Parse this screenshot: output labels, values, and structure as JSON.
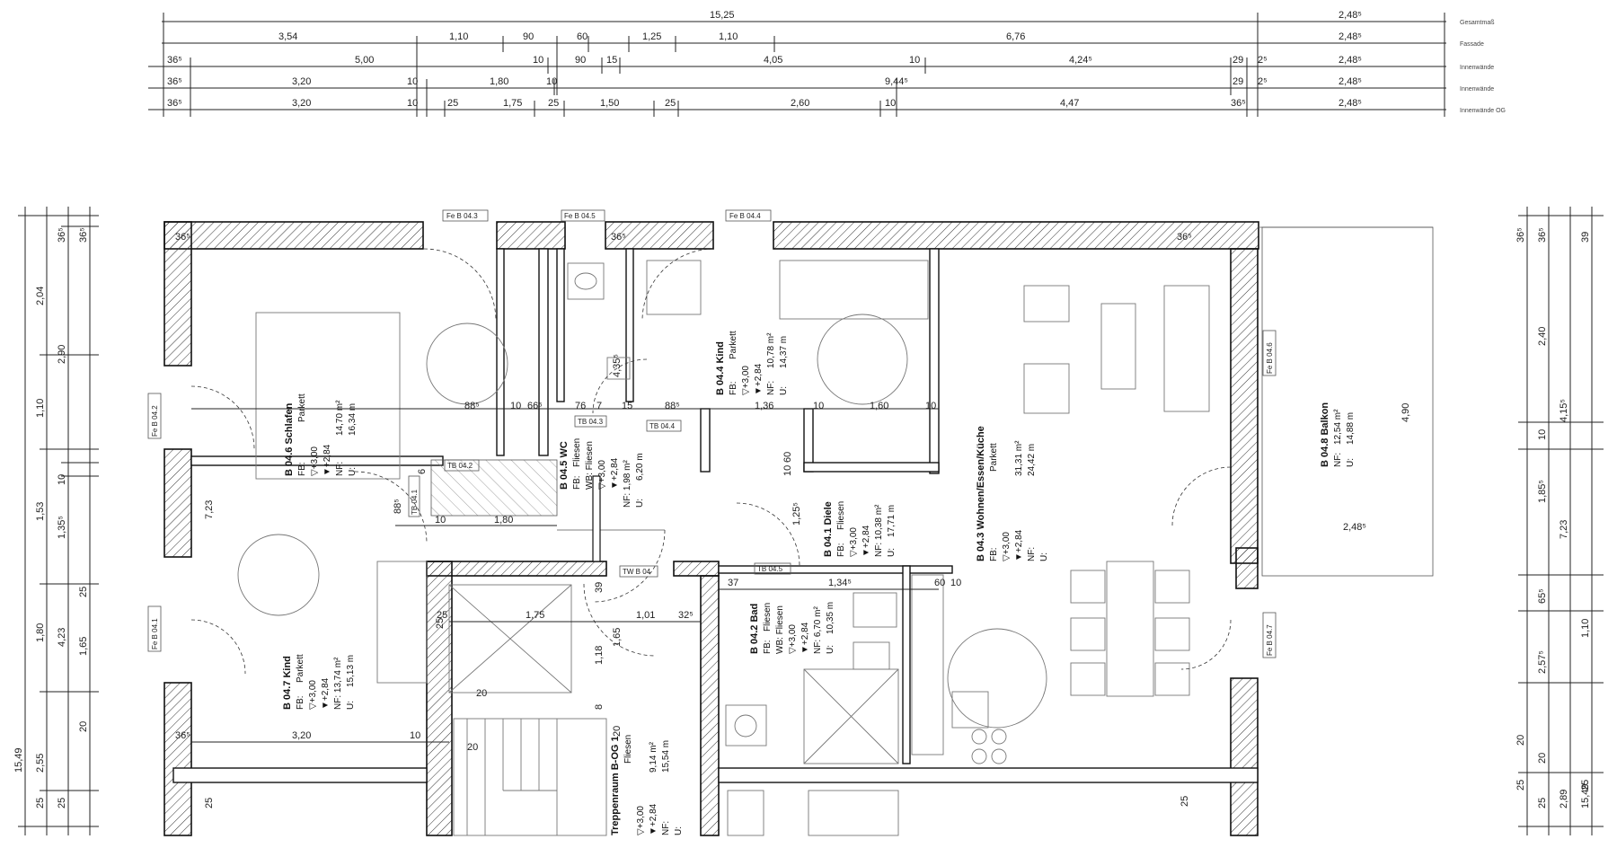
{
  "top_dims": {
    "row1": {
      "label": "Gesamtmaß",
      "values": [
        "15,25",
        "2,48⁵"
      ]
    },
    "row2": {
      "label": "Fassade",
      "values": [
        "3,54",
        "1,10",
        "90",
        "60",
        "1,25",
        "1,10",
        "6,76",
        "2,48⁵"
      ]
    },
    "row3": {
      "label": "Innenwände",
      "values": [
        "36⁵",
        "5,00",
        "10",
        "90",
        "15",
        "4,05",
        "10",
        "4,24⁵",
        "29",
        "2⁵",
        "2,48⁵"
      ]
    },
    "row4": {
      "label": "Innenwände",
      "values": [
        "36⁵",
        "3,20",
        "10",
        "1,80",
        "10",
        "9,44⁵",
        "29",
        "2⁵",
        "2,48⁵"
      ]
    },
    "row5": {
      "label": "Innenwände OG",
      "values": [
        "36⁵",
        "3,20",
        "10",
        "25",
        "1,75",
        "25",
        "1,50",
        "25",
        "2,60",
        "10",
        "4,47",
        "36⁵",
        "2,48⁵"
      ]
    }
  },
  "left_dims": {
    "col1": [
      "15,49"
    ],
    "col2": [
      "2,04",
      "1,10",
      "1,53",
      "1,80",
      "2,55",
      "25"
    ],
    "col3": [
      "36⁵",
      "2,90",
      "10",
      "1,35⁵",
      "4,23",
      "25"
    ],
    "col4": [
      "36⁵",
      "25",
      "1,65",
      "20"
    ]
  },
  "right_dims": {
    "col1": [
      "25",
      "20",
      "1,85⁵",
      "2,57⁵",
      "20",
      "25"
    ],
    "col2": [
      "36⁵",
      "4,15⁵",
      "7,23",
      "2,89"
    ],
    "col3": [
      "36⁵",
      "2,40",
      "10",
      "65⁵",
      "1,10",
      "25",
      "15,49"
    ],
    "col4": [
      "39",
      "4,90"
    ]
  },
  "rooms": [
    {
      "id": "r1",
      "title": "B 04.6 Schlafen",
      "floor": "Parkett",
      "fb": "FB:",
      "h1": "▽+3,00",
      "h2": "▼+2,84",
      "nf": "NF:",
      "nf_val": "14,70 m²",
      "u": "U:",
      "u_val": "16,34 m"
    },
    {
      "id": "r2",
      "title": "B 04.4 Kind",
      "floor": "Parkett",
      "fb": "FB:",
      "h1": "▽+3,00",
      "h2": "▼+2,84",
      "nf": "NF:",
      "nf_val": "10,78 m²",
      "u": "U:",
      "u_val": "14,37 m"
    },
    {
      "id": "r3",
      "title": "B 04.5 WC",
      "floor": "Fliesen",
      "fb": "FB:",
      "wb": "WB: Fliesen",
      "h1": "▽+3,00",
      "h2": "▼+2,84",
      "nf": "NF: 1,98 m²",
      "u": "U:",
      "u_val": "6,20 m"
    },
    {
      "id": "r4",
      "title": "B 04.1 Diele",
      "floor": "Fliesen",
      "fb": "FB:",
      "h1": "▽+3,00",
      "h2": "▼+2,84",
      "nf": "NF: 10,38 m²",
      "u": "U:",
      "u_val": "17,71 m"
    },
    {
      "id": "r5",
      "title": "B 04.3 Wohnen/Essen/Küche",
      "floor": "Parkett",
      "fb": "FB:",
      "h1": "▽+3,00",
      "h2": "▼+2,84",
      "nf": "NF:",
      "nf_val": "31,31 m²",
      "u": "U:",
      "u_val": "24,42 m"
    },
    {
      "id": "r6",
      "title": "B 04.8 Balkon",
      "nf": "NF:",
      "nf_val": "12,54 m²",
      "u": "U:",
      "u_val": "14,88 m"
    },
    {
      "id": "r7",
      "title": "B 04.7 Kind",
      "floor": "Parkett",
      "fb": "FB:",
      "h1": "▽+3,00",
      "h2": "▼+2,84",
      "nf": "NF: 13,74 m²",
      "u": "U:",
      "u_val": "15,13 m"
    },
    {
      "id": "r8",
      "title": "B 04.2 Bad",
      "floor": "Fliesen",
      "fb": "FB:",
      "wb": "WB: Fliesen",
      "h1": "▽+3,00",
      "h2": "▼+2,84",
      "nf": "NF: 6,70 m²",
      "u": "U:",
      "u_val": "10,35 m"
    },
    {
      "id": "r9",
      "title": "Treppenraum B-OG 1",
      "floor": "Fliesen",
      "h1": "▽+3,00",
      "h2": "▼+2,84",
      "nf": "NF:",
      "nf_val": "9,14 m²",
      "u": "U:",
      "u_val": "15,54 m"
    }
  ],
  "tags": {
    "fe1": "Fe B 04.3",
    "fe2": "Fe B 04.5",
    "fe3": "Fe B 04.4",
    "fe4": "Fe B 04.2",
    "fe5": "Fe B 04.1",
    "fe6": "Fe B 04.6",
    "fe7": "Fe B 04.7",
    "tb1": "TB 04.3",
    "tb2": "TB 04.4",
    "tb3": "TB 04.2",
    "tb4": "TB 04.1",
    "tb5": "TB 04.5",
    "tw": "TW B 04"
  },
  "inner_dims": {
    "a": "36⁵",
    "b": "88⁵",
    "c": "10",
    "d": "66⁵",
    "e": "76",
    "f": "7",
    "g": "15",
    "h": "88⁵",
    "i": "1,36",
    "j": "10",
    "k": "1,60",
    "l": "10",
    "m": "4,35⁵",
    "n": "6",
    "o": "88⁵",
    "p": "1,80",
    "q": "10",
    "r": "60",
    "s": "10",
    "t": "1,25⁵",
    "u": "37",
    "v": "1,34⁵",
    "w": "60",
    "x": "10",
    "y": "1,75",
    "z": "1,01",
    "aa": "32⁵",
    "ab": "25",
    "ac": "39",
    "ad": "1,18",
    "ae": "1,65",
    "af": "20",
    "ag": "8",
    "ah": "20",
    "ai": "3,20",
    "aj": "10",
    "ak": "36⁵",
    "al": "20",
    "am": "25",
    "an": "7,23",
    "ao": "25",
    "ap": "2,48⁵",
    "aq": "25",
    "ar": "36⁵",
    "as": "36⁵"
  }
}
